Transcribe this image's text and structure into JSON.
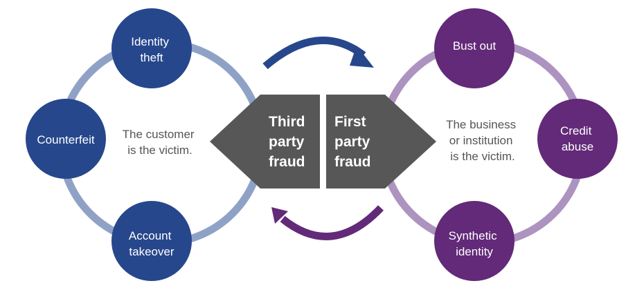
{
  "colors": {
    "third_party_circle": "#27478c",
    "third_party_ring": "#8fa2c6",
    "first_party_circle": "#622a78",
    "first_party_ring": "#ad93bf",
    "center_shape": "#575757",
    "victim_text": "#555555"
  },
  "third_party": {
    "title_lines": [
      "Third",
      "party",
      "fraud"
    ],
    "victim_lines": [
      "The customer",
      "is the victim."
    ],
    "nodes": [
      {
        "id": "identity-theft",
        "lines": [
          "Identity",
          "theft"
        ]
      },
      {
        "id": "counterfeit",
        "lines": [
          "Counterfeit"
        ]
      },
      {
        "id": "account-takeover",
        "lines": [
          "Account",
          "takeover"
        ]
      }
    ]
  },
  "first_party": {
    "title_lines": [
      "First",
      "party",
      "fraud"
    ],
    "victim_lines": [
      "The business",
      "or institution",
      "is the victim."
    ],
    "nodes": [
      {
        "id": "bust-out",
        "lines": [
          "Bust out"
        ]
      },
      {
        "id": "credit-abuse",
        "lines": [
          "Credit",
          "abuse"
        ]
      },
      {
        "id": "synthetic-identity",
        "lines": [
          "Synthetic",
          "identity"
        ]
      }
    ]
  },
  "arrows": [
    {
      "id": "third-to-first",
      "direction": "left-to-right"
    },
    {
      "id": "first-to-third",
      "direction": "right-to-left"
    }
  ]
}
